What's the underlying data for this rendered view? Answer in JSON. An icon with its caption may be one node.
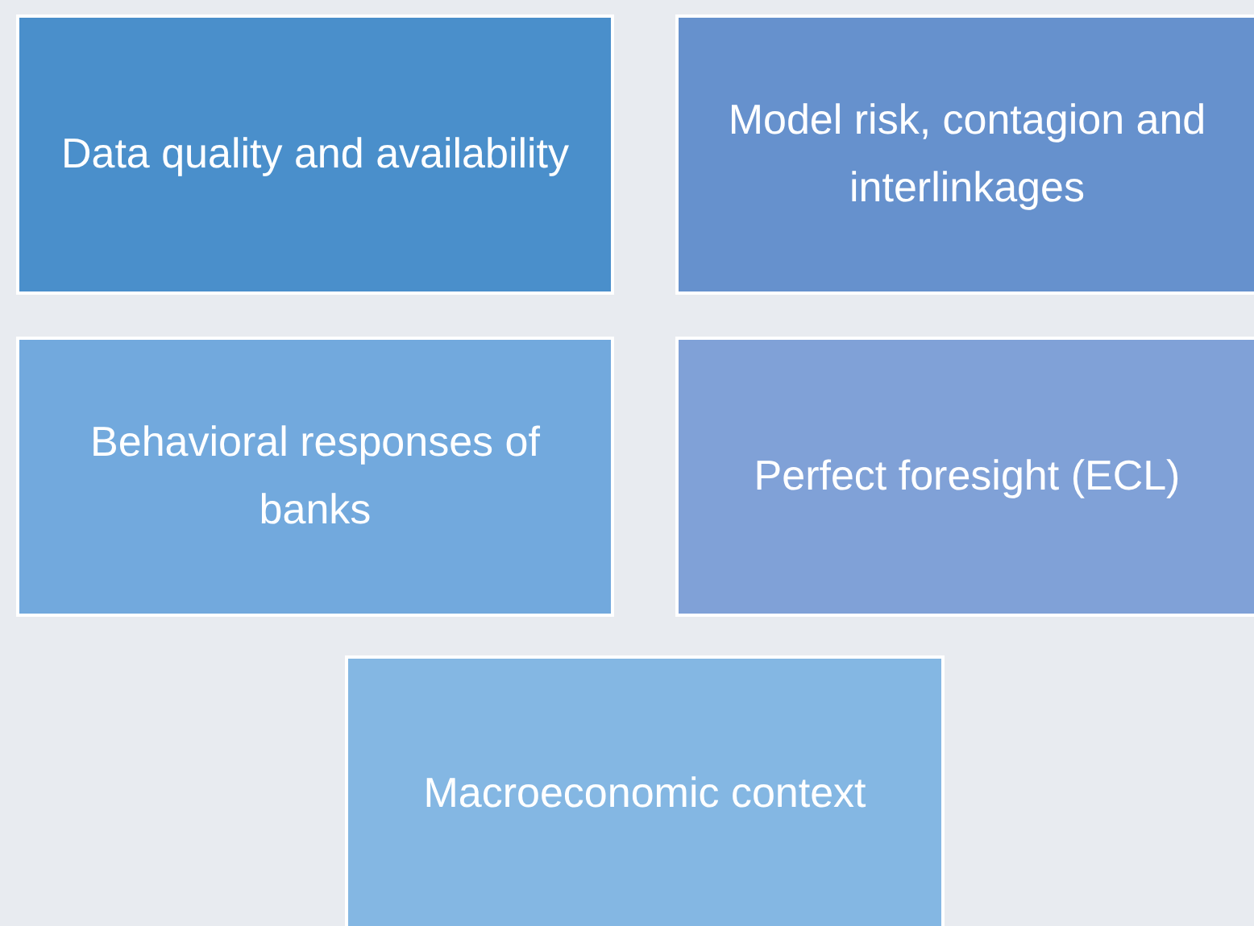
{
  "diagram": {
    "nodes": [
      {
        "text": [
          "Data quality and availability"
        ]
      },
      {
        "text": [
          "Model risk, contagion and interlinkages"
        ]
      },
      {
        "text": [
          "Behavioral responses of banks"
        ]
      },
      {
        "text": [
          "Perfect foresight (ECL)"
        ]
      },
      {
        "text": [
          "Macroeconomic context"
        ]
      }
    ]
  }
}
